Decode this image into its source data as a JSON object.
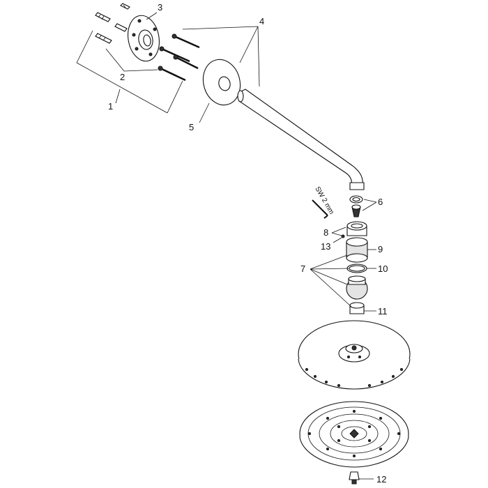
{
  "callouts": {
    "c1": "1",
    "c2": "2",
    "c3": "3",
    "c4": "4",
    "c5": "5",
    "c6": "6",
    "c7": "7",
    "c8": "8",
    "c9": "9",
    "c10": "10",
    "c11": "11",
    "c12": "12",
    "c13": "13"
  },
  "wrench_label": "SW 2 mm"
}
